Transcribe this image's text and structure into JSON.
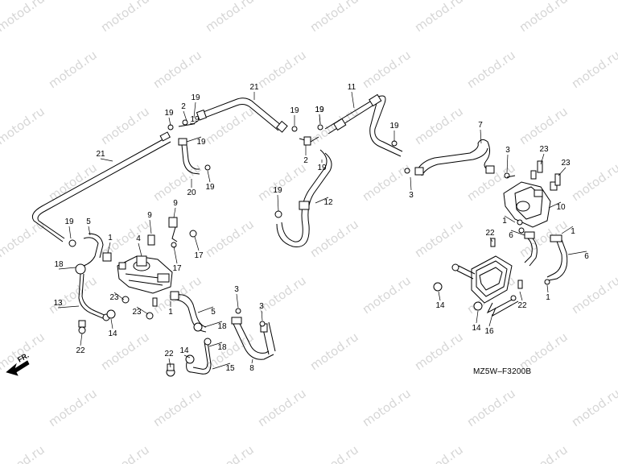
{
  "watermark": "motod.ru",
  "diagram_code": "MZ5W–F3200B",
  "direction_label": "FR.",
  "callouts": [
    {
      "id": "c1",
      "label": "21"
    },
    {
      "id": "c2",
      "label": "19"
    },
    {
      "id": "c3",
      "label": "2"
    },
    {
      "id": "c4",
      "label": "19"
    },
    {
      "id": "c5",
      "label": "19"
    },
    {
      "id": "c6",
      "label": "19"
    },
    {
      "id": "c7",
      "label": "20"
    },
    {
      "id": "c8",
      "label": "19"
    },
    {
      "id": "c9",
      "label": "21"
    },
    {
      "id": "c10",
      "label": "19"
    },
    {
      "id": "c11",
      "label": "19"
    },
    {
      "id": "c12",
      "label": "11"
    },
    {
      "id": "c13",
      "label": "19"
    },
    {
      "id": "c14",
      "label": "2"
    },
    {
      "id": "c15",
      "label": "19"
    },
    {
      "id": "c16",
      "label": "12"
    },
    {
      "id": "c17",
      "label": "19"
    },
    {
      "id": "c18",
      "label": "19"
    },
    {
      "id": "c19",
      "label": "7"
    },
    {
      "id": "c20",
      "label": "3"
    },
    {
      "id": "c21",
      "label": "3"
    },
    {
      "id": "c22",
      "label": "23"
    },
    {
      "id": "c23",
      "label": "23"
    },
    {
      "id": "c24",
      "label": "10"
    },
    {
      "id": "c25",
      "label": "1"
    },
    {
      "id": "c26",
      "label": "6"
    },
    {
      "id": "c27",
      "label": "1"
    },
    {
      "id": "c28",
      "label": "22"
    },
    {
      "id": "c29",
      "label": "6"
    },
    {
      "id": "c30",
      "label": "14"
    },
    {
      "id": "c31",
      "label": "22"
    },
    {
      "id": "c32",
      "label": "1"
    },
    {
      "id": "c33",
      "label": "14"
    },
    {
      "id": "c34",
      "label": "16"
    },
    {
      "id": "c35",
      "label": "19"
    },
    {
      "id": "c36",
      "label": "5"
    },
    {
      "id": "c37",
      "label": "1"
    },
    {
      "id": "c38",
      "label": "9"
    },
    {
      "id": "c39",
      "label": "9"
    },
    {
      "id": "c40",
      "label": "4"
    },
    {
      "id": "c41",
      "label": "18"
    },
    {
      "id": "c42",
      "label": "17"
    },
    {
      "id": "c43",
      "label": "17"
    },
    {
      "id": "c44",
      "label": "13"
    },
    {
      "id": "c45",
      "label": "23"
    },
    {
      "id": "c46",
      "label": "23"
    },
    {
      "id": "c47",
      "label": "14"
    },
    {
      "id": "c48",
      "label": "22"
    },
    {
      "id": "c49",
      "label": "1"
    },
    {
      "id": "c50",
      "label": "3"
    },
    {
      "id": "c51",
      "label": "5"
    },
    {
      "id": "c52",
      "label": "3"
    },
    {
      "id": "c53",
      "label": "18"
    },
    {
      "id": "c54",
      "label": "22"
    },
    {
      "id": "c55",
      "label": "14"
    },
    {
      "id": "c56",
      "label": "18"
    },
    {
      "id": "c57",
      "label": "15"
    },
    {
      "id": "c58",
      "label": "8"
    }
  ]
}
